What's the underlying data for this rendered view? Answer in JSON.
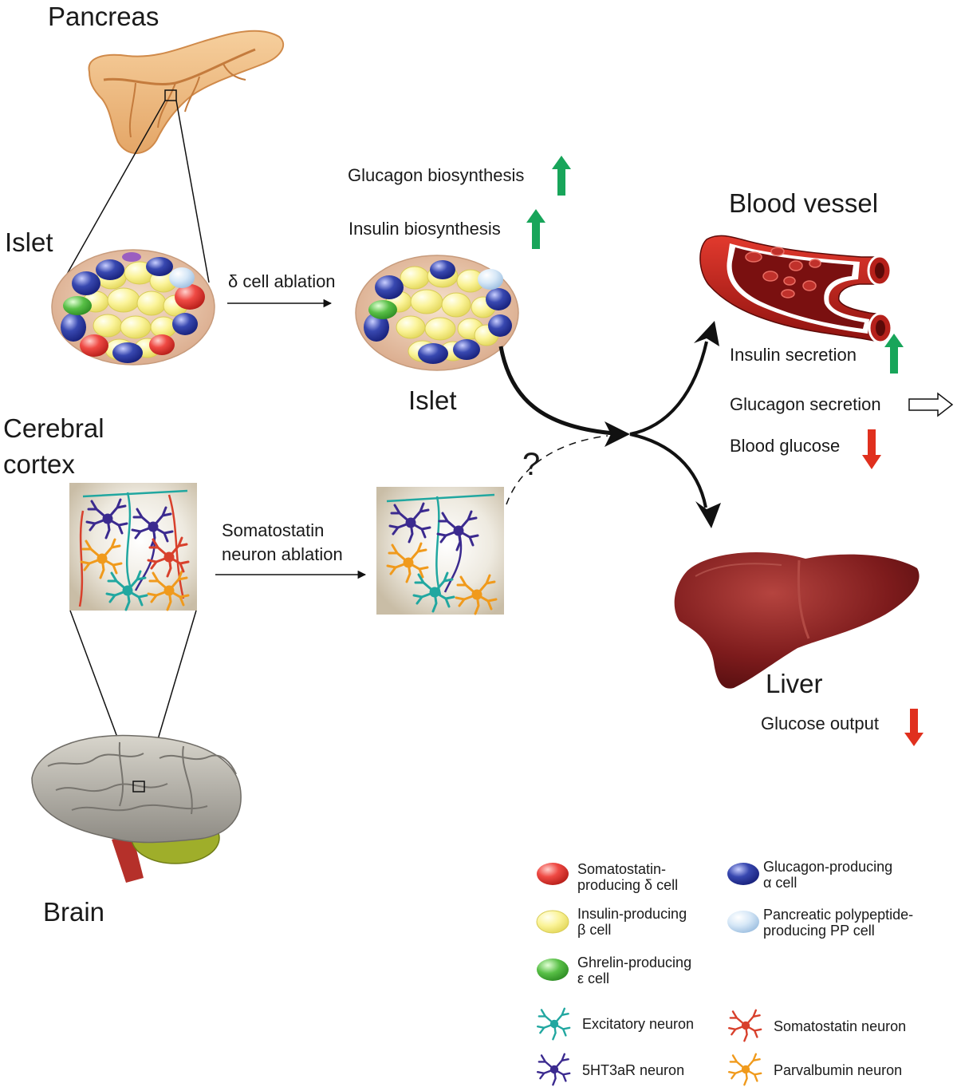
{
  "labels": {
    "pancreas": "Pancreas",
    "islet_left": "Islet",
    "islet_bottom": "Islet",
    "cerebral_cortex_line1": "Cerebral",
    "cerebral_cortex_line2": "cortex",
    "brain": "Brain",
    "blood_vessel": "Blood vessel",
    "liver": "Liver"
  },
  "arrows": {
    "delta_ablation": "δ cell ablation",
    "somatostatin_ablation_line1": "Somatostatin",
    "somatostatin_ablation_line2": "neuron ablation",
    "question": "?"
  },
  "effects": {
    "glucagon_biosynthesis": {
      "text": "Glucagon biosynthesis",
      "direction": "up"
    },
    "insulin_biosynthesis": {
      "text": "Insulin biosynthesis",
      "direction": "up"
    },
    "insulin_secretion": {
      "text": "Insulin secretion",
      "direction": "up"
    },
    "glucagon_secretion": {
      "text": "Glucagon secretion",
      "direction": "unchanged"
    },
    "blood_glucose": {
      "text": "Blood glucose",
      "direction": "down"
    },
    "glucose_output": {
      "text": "Glucose output",
      "direction": "down"
    }
  },
  "legend": {
    "delta_line1": "Somatostatin-",
    "delta_line2": "producing δ cell",
    "alpha_line1": "Glucagon-producing",
    "alpha_line2": "α cell",
    "beta_line1": "Insulin-producing",
    "beta_line2": "β cell",
    "pp_line1": "Pancreatic polypeptide-",
    "pp_line2": "producing PP cell",
    "epsilon_line1": "Ghrelin-producing",
    "epsilon_line2": "ε cell",
    "excitatory": "Excitatory neuron",
    "somatostatin_neuron": "Somatostatin neuron",
    "htr3a": "5HT3aR neuron",
    "parvalbumin": "Parvalbumin neuron"
  },
  "colors": {
    "up_arrow": "#18a55a",
    "down_arrow": "#e0301e",
    "delta_cell": "#e8413c",
    "alpha_cell": "#2f3d9e",
    "beta_cell": "#f5ef7a",
    "pp_cell": "#cfe3f5",
    "epsilon_cell": "#4caf3e",
    "excitatory_neuron": "#21a7a0",
    "htr3a_neuron": "#3b2a8f",
    "somatostatin_neuron": "#d8402c",
    "parvalbumin_neuron": "#f09a1c"
  }
}
